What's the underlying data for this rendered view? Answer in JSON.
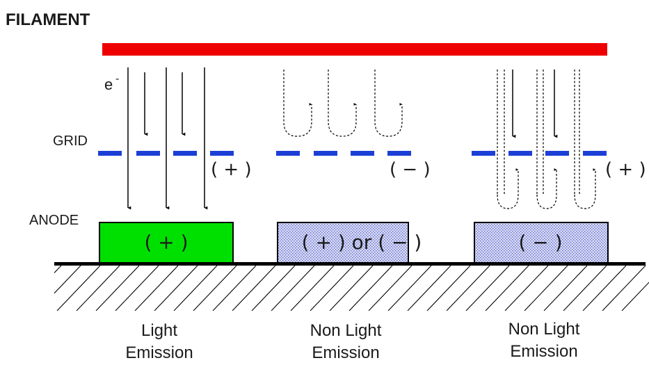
{
  "labels": {
    "filament": "FILAMENT",
    "electron": "e",
    "electron_sup": "-",
    "grid": "GRID",
    "anode": "ANODE"
  },
  "panels": [
    {
      "grid_charge": "( + )",
      "anode_charge": "( + )",
      "caption_line1": "Light",
      "caption_line2": "Emission"
    },
    {
      "grid_charge": "( − )",
      "anode_charge": "( + ) or ( − )",
      "caption_line1": "Non Light",
      "caption_line2": "Emission"
    },
    {
      "grid_charge": "( + )",
      "anode_charge": "( − )",
      "caption_line1": "Non Light",
      "caption_line2": "Emission"
    }
  ],
  "colors": {
    "filament": "#ee0000",
    "grid": "#1c3fd6",
    "anode_light": "#00e000",
    "anode_dark_fill": "#d9dcf5",
    "anode_dark_dots": "#5a64c8",
    "ground": "#000000"
  }
}
